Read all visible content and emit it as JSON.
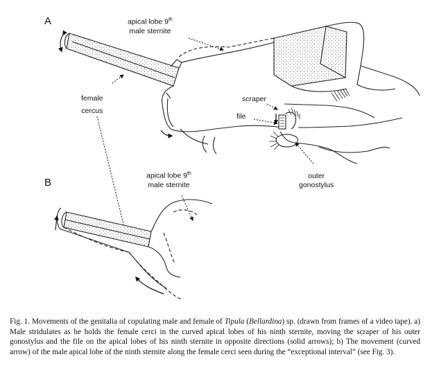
{
  "figure": {
    "panels": {
      "a": "A",
      "b": "B"
    },
    "labels": {
      "apical_lobe_a": {
        "line1": "apical lobe 9",
        "sup": "th",
        "line2": "male sternite"
      },
      "female_cercus": {
        "line1": "female",
        "line2": "cercus"
      },
      "scraper": "scraper",
      "file": "file",
      "outer_gonostylus": {
        "line1": "outer",
        "line2": "gonostylus"
      },
      "apical_lobe_b": {
        "line1": "apical lobe 9",
        "sup": "th",
        "line2": "male sternite"
      }
    }
  },
  "caption": {
    "p1": "Fig. 1. Movements of the genitalia of copulating male and female of ",
    "genus": "Tipula",
    "p2": " (",
    "subgenus": "Bellardina",
    "p3": ") sp. (drawn from frames of a video tape). a) Male stridulates as he holds the female cerci in the curved apical lobes of his ninth sternite, moving the scraper of his outer gonostylus and the file on the apical lobes of his ninth sternite in opposite directions (solid arrows); b) The movement (curved arrow) of the male apical lobe of the ninth sternite along the female cerci seen during the “exceptional interval” (see Fig. 3)."
  }
}
